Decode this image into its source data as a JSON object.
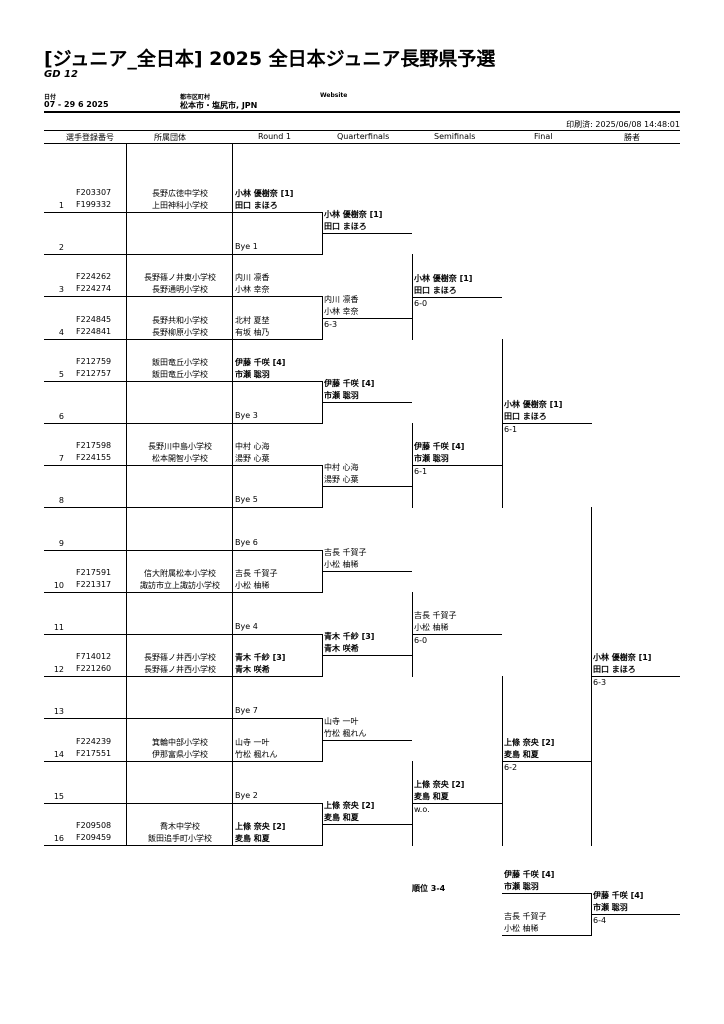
{
  "header": {
    "title": "[ジュニア_全日本] 2025 全日本ジュニア長野県予選",
    "subtitle": "GD 12",
    "date_label": "日付",
    "date_value": "07 - 29 6 2025",
    "city_label": "都市区町村",
    "city_value": "松本市・塩尻市, JPN",
    "website_label": "Website",
    "printed": "印刷済: 2025/06/08 14:48:01"
  },
  "columns": {
    "reg_no": "選手登録番号",
    "club": "所属団体",
    "round1": "Round 1",
    "qf": "Quarterfinals",
    "sf": "Semifinals",
    "final": "Final",
    "winner": "勝者"
  },
  "draw": [
    {
      "n": "1",
      "id1": "F203307",
      "id2": "F199332",
      "c1": "長野広徳中学校",
      "c2": "上田神科小学校"
    },
    {
      "n": "2",
      "id1": "",
      "id2": "",
      "c1": "",
      "c2": ""
    },
    {
      "n": "3",
      "id1": "F224262",
      "id2": "F224274",
      "c1": "長野篠ノ井東小学校",
      "c2": "長野通明小学校"
    },
    {
      "n": "4",
      "id1": "F224845",
      "id2": "F224841",
      "c1": "長野共和小学校",
      "c2": "長野柳原小学校"
    },
    {
      "n": "5",
      "id1": "F212759",
      "id2": "F212757",
      "c1": "飯田竜丘小学校",
      "c2": "飯田竜丘小学校"
    },
    {
      "n": "6",
      "id1": "",
      "id2": "",
      "c1": "",
      "c2": ""
    },
    {
      "n": "7",
      "id1": "F217598",
      "id2": "F224155",
      "c1": "長野川中島小学校",
      "c2": "松本開智小学校"
    },
    {
      "n": "8",
      "id1": "",
      "id2": "",
      "c1": "",
      "c2": ""
    },
    {
      "n": "9",
      "id1": "",
      "id2": "",
      "c1": "",
      "c2": ""
    },
    {
      "n": "10",
      "id1": "F217591",
      "id2": "F221317",
      "c1": "信大附属松本小学校",
      "c2": "諏訪市立上諏訪小学校"
    },
    {
      "n": "11",
      "id1": "",
      "id2": "",
      "c1": "",
      "c2": ""
    },
    {
      "n": "12",
      "id1": "F714012",
      "id2": "F221260",
      "c1": "長野篠ノ井西小学校",
      "c2": "長野篠ノ井西小学校"
    },
    {
      "n": "13",
      "id1": "",
      "id2": "",
      "c1": "",
      "c2": ""
    },
    {
      "n": "14",
      "id1": "F224239",
      "id2": "F217551",
      "c1": "箕輪中部小学校",
      "c2": "伊那富県小学校"
    },
    {
      "n": "15",
      "id1": "",
      "id2": "",
      "c1": "",
      "c2": ""
    },
    {
      "n": "16",
      "id1": "F209508",
      "id2": "F209459",
      "c1": "喬木中学校",
      "c2": "飯田追手町小学校"
    }
  ],
  "round1": [
    {
      "p1": "小林 優樹奈 [1]",
      "p2": "田口 まほろ",
      "bold": true
    },
    {
      "p1": "Bye 1",
      "p2": "",
      "bold": false
    },
    {
      "p1": "内川 凛香",
      "p2": "小林 幸奈",
      "bold": false
    },
    {
      "p1": "北村 夏埜",
      "p2": "有坂 柚乃",
      "bold": false
    },
    {
      "p1": "伊藤 千咲 [4]",
      "p2": "市瀬 聡羽",
      "bold": true
    },
    {
      "p1": "Bye 3",
      "p2": "",
      "bold": false
    },
    {
      "p1": "中村 心海",
      "p2": "湯野 心葉",
      "bold": false
    },
    {
      "p1": "Bye 5",
      "p2": "",
      "bold": false
    },
    {
      "p1": "Bye 6",
      "p2": "",
      "bold": false
    },
    {
      "p1": "吉長 千賀子",
      "p2": "小松 柚稀",
      "bold": false
    },
    {
      "p1": "Bye 4",
      "p2": "",
      "bold": false
    },
    {
      "p1": "青木 千紗 [3]",
      "p2": "青木 咲希",
      "bold": true
    },
    {
      "p1": "Bye 7",
      "p2": "",
      "bold": false
    },
    {
      "p1": "山寺 一叶",
      "p2": "竹松 楓れん",
      "bold": false
    },
    {
      "p1": "Bye 2",
      "p2": "",
      "bold": false
    },
    {
      "p1": "上條 奈央 [2]",
      "p2": "麦島 和夏",
      "bold": true
    }
  ],
  "qf": [
    {
      "p1": "小林 優樹奈 [1]",
      "p2": "田口 まほろ",
      "score": "",
      "bold": true
    },
    {
      "p1": "内川 凛香",
      "p2": "小林 幸奈",
      "score": "6-3",
      "bold": false
    },
    {
      "p1": "伊藤 千咲 [4]",
      "p2": "市瀬 聡羽",
      "score": "",
      "bold": true
    },
    {
      "p1": "中村 心海",
      "p2": "湯野 心葉",
      "score": "",
      "bold": false
    },
    {
      "p1": "吉長 千賀子",
      "p2": "小松 柚稀",
      "score": "",
      "bold": false
    },
    {
      "p1": "青木 千紗 [3]",
      "p2": "青木 咲希",
      "score": "",
      "bold": true
    },
    {
      "p1": "山寺 一叶",
      "p2": "竹松 楓れん",
      "score": "",
      "bold": false
    },
    {
      "p1": "上條 奈央 [2]",
      "p2": "麦島 和夏",
      "score": "",
      "bold": true
    }
  ],
  "sf": [
    {
      "p1": "小林 優樹奈 [1]",
      "p2": "田口 まほろ",
      "score": "6-0",
      "bold": true
    },
    {
      "p1": "伊藤 千咲 [4]",
      "p2": "市瀬 聡羽",
      "score": "6-1",
      "bold": true
    },
    {
      "p1": "吉長 千賀子",
      "p2": "小松 柚稀",
      "score": "6-0",
      "bold": false
    },
    {
      "p1": "上條 奈央 [2]",
      "p2": "麦島 和夏",
      "score": "w.o.",
      "bold": true
    }
  ],
  "final": [
    {
      "p1": "小林 優樹奈 [1]",
      "p2": "田口 まほろ",
      "score": "6-1",
      "bold": true
    },
    {
      "p1": "上條 奈央 [2]",
      "p2": "麦島 和夏",
      "score": "6-2",
      "bold": true
    }
  ],
  "winner": {
    "p1": "小林 優樹奈 [1]",
    "p2": "田口 まほろ",
    "score": "6-3"
  },
  "third_place": {
    "label": "順位 3-4",
    "top": {
      "p1": "伊藤 千咲 [4]",
      "p2": "市瀬 聡羽"
    },
    "bottom": {
      "p1": "吉長 千賀子",
      "p2": "小松 柚稀"
    },
    "result": {
      "p1": "伊藤 千咲 [4]",
      "p2": "市瀬 聡羽",
      "score": "6-4"
    }
  }
}
